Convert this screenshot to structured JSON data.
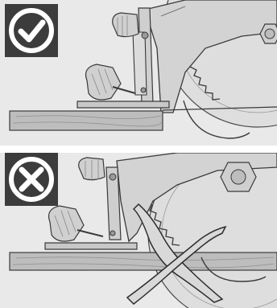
{
  "figure": {
    "panels": [
      {
        "id": "correct",
        "status_icon": "checkmark-in-circle-icon",
        "meaning": "correct"
      },
      {
        "id": "incorrect",
        "status_icon": "x-in-circle-icon",
        "meaning": "incorrect"
      }
    ]
  },
  "colors": {
    "badge_background": "#3c3c3c",
    "badge_symbol": "#ffffff",
    "panel_background": "#e9e9e9",
    "machine_fill": "#d6d6d6",
    "machine_line": "#3a3a3a",
    "workpiece_fill": "#bdbdbd",
    "cross_fill": "#d9d9d9"
  }
}
